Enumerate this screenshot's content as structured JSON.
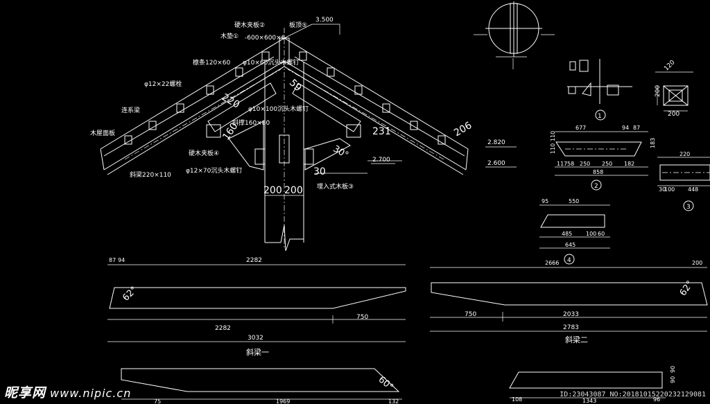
{
  "roof": {
    "labels": {
      "tie_plate_2": "硬木夹板②",
      "ridge_plank_5": "板顶⑤",
      "elev_top": "3.500",
      "wood_block_1": "木垫①",
      "block_size": "-600×600×6",
      "purlin": "檩条120×60",
      "nail_60": "φ10×60沉头木螺钉",
      "bolt_22": "φ12×22螺栓",
      "nail_100": "φ10×100沉头木螺钉",
      "tie_beam": "连系梁",
      "brace": "斜撑160×80",
      "roof_board": "木屋面板",
      "tie_plate_4": "硬木夹板④",
      "nail_70": "φ12×70沉头木螺钉",
      "rafter": "斜梁220×110",
      "embed_plate": "埋入式木板③"
    },
    "dims": {
      "d220": "220",
      "d59": "59",
      "d160": "160",
      "d231": "231",
      "d206": "206",
      "a30": "30°",
      "d30": "30",
      "d200a": "200",
      "d200b": "200"
    },
    "elevations": {
      "e1": "2.820",
      "e2": "2.600",
      "e3": "2.700"
    }
  },
  "detail_top": {
    "num1": "1"
  },
  "square_detail": {
    "d120": "120",
    "d200v": "200",
    "d200h": "200"
  },
  "part2": {
    "d677": "677",
    "d94": "94",
    "d87": "87",
    "d110a": "110",
    "d110b": "110",
    "d183": "183",
    "d117": "117",
    "d58": "58",
    "d250a": "250",
    "d250b": "250",
    "d182": "182",
    "d858": "858",
    "num": "2"
  },
  "part3": {
    "d220": "220",
    "d448": "448",
    "d30": "30",
    "d100": "100",
    "num": "3"
  },
  "part4": {
    "d95": "95",
    "d550": "550",
    "d485": "485",
    "d100": "100",
    "d60": "60",
    "d645": "645",
    "num": "4"
  },
  "beam1": {
    "d87": "87",
    "d94": "94",
    "d2282": "2282",
    "angle": "62°",
    "d2282b": "2282",
    "d750": "750",
    "d3032": "3032",
    "title": "斜梁一"
  },
  "beam2": {
    "d2666": "2666",
    "d200": "200",
    "angle": "62°",
    "d750": "750",
    "d2033": "2033",
    "d2783": "2783",
    "title": "斜梁二"
  },
  "beam3": {
    "angle": "60°",
    "d75": "75",
    "d1969": "1969",
    "d132": "132"
  },
  "beam4": {
    "d108": "108",
    "d1343": "1343",
    "d96": "96",
    "d90a": "90",
    "d90b": "90"
  },
  "watermark": {
    "brand": "昵享网",
    "url": "www.nipic.cn"
  },
  "id_text": "ID:23043087 NO:20181015220232129081"
}
